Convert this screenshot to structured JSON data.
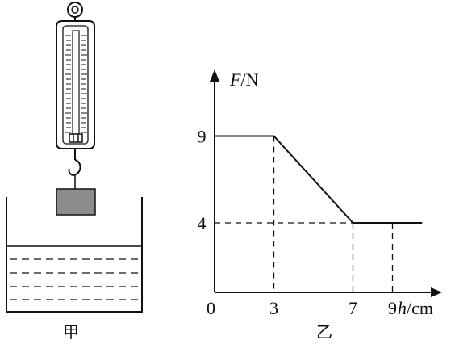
{
  "panel_left": {
    "caption": "甲"
  },
  "panel_right": {
    "caption": "乙"
  },
  "chart_data": {
    "type": "line",
    "xlabel_var": "h",
    "xlabel_unit": "/cm",
    "ylabel_var": "F",
    "ylabel_unit": "/N",
    "origin_label": "0",
    "x_ticks": [
      "3",
      "7",
      "9"
    ],
    "y_ticks": [
      "9",
      "4"
    ],
    "series": [
      {
        "x": [
          0,
          3,
          7,
          9,
          10.5
        ],
        "y": [
          9,
          9,
          4,
          4,
          4
        ]
      }
    ]
  }
}
